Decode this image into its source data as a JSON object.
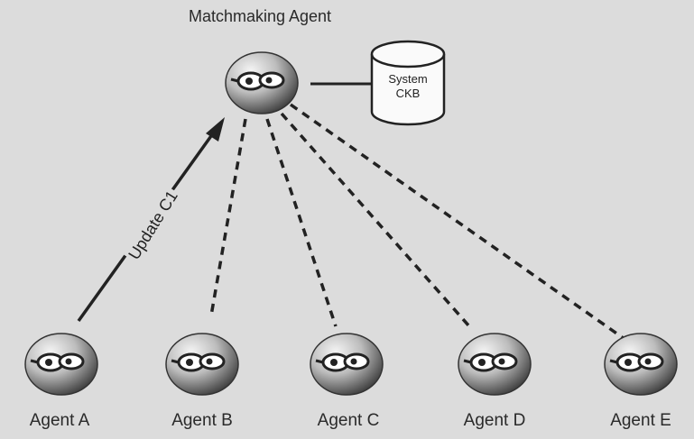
{
  "diagram": {
    "title": "Matchmaking Agent",
    "database": {
      "line1": "System",
      "line2": "CKB"
    },
    "edge_label": "Update C1",
    "agents": [
      {
        "label": "Agent A"
      },
      {
        "label": "Agent B"
      },
      {
        "label": "Agent C"
      },
      {
        "label": "Agent D"
      },
      {
        "label": "Agent E"
      }
    ]
  },
  "colors": {
    "background": "#dcdcdc",
    "line": "#222222",
    "node_dark": "#3a3a3a",
    "node_light": "#f2f2f2"
  },
  "icons": {
    "agent": "agent-glasses-icon",
    "database": "database-cylinder-icon"
  }
}
